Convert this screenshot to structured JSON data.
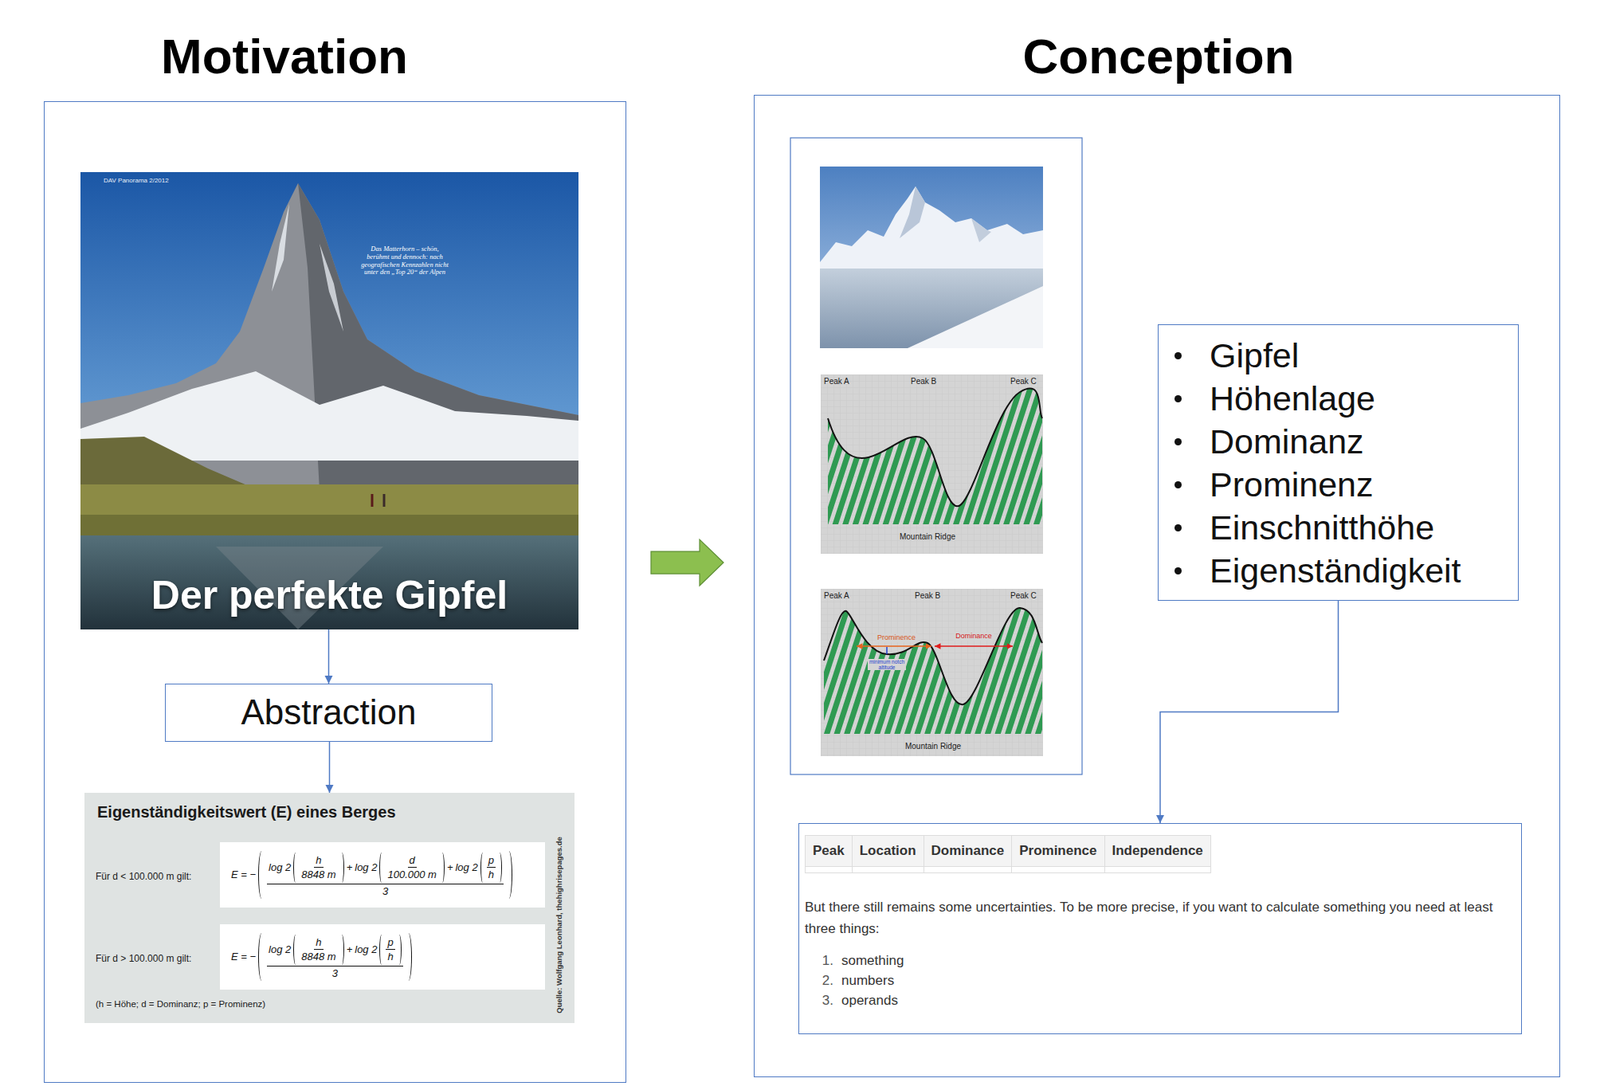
{
  "diagram": {
    "nodes": [
      {
        "text": [
          "Motivation"
        ]
      },
      {
        "text": [
          "DAV Panorama 2/2012",
          "Das Matterhorn – schön, berühmt und dennoch: nach geografischen Kennzahlen nicht unter den „Top 20“ der Alpen",
          "Der perfekte Gipfel"
        ],
        "in": 0
      },
      {
        "text": [
          "Abstraction"
        ],
        "in": 0
      },
      {
        "text": [
          "Eigenständigkeitswert (E) eines Berges",
          "Für d < 100.000 m gilt:",
          "Für d > 100.000 m gilt:",
          "(h = Höhe; d = Dominanz; p = Prominenz)",
          "Quelle: Wolfgang Leonhard, thehighrisepages.de"
        ],
        "in": 0
      },
      {
        "text": [
          "E = −",
          "log 2",
          "h",
          "8848 m",
          "+",
          "log 2",
          "d",
          "100.000 m",
          "+",
          "log 2",
          "p",
          "h",
          "3"
        ],
        "in": 3
      },
      {
        "text": [
          "E = −",
          "log 2",
          "h",
          "8848 m",
          "+",
          "log 2",
          "p",
          "h",
          "3"
        ],
        "in": 3
      },
      {
        "text": [
          "Conception"
        ]
      },
      {
        "text": [
          "Peak A",
          "Peak B",
          "Peak C",
          "Mountain Ridge"
        ],
        "in": 6
      },
      {
        "text": [
          "Peak A",
          "Peak B",
          "Peak C",
          "Prominence",
          "Dominance",
          "minimum notch altitude",
          "Mountain Ridge"
        ],
        "in": 6
      },
      {
        "text": [
          "Gipfel",
          "Höhenlage",
          "Dominanz",
          "Prominenz",
          "Einschnitthöhe",
          "Eigenständigkeit"
        ],
        "in": 6
      },
      {
        "text": [
          "Peak",
          "Location",
          "Dominance",
          "Prominence",
          "Independence",
          "But there still remains some uncertainties. To be more precise, if you want to calculate something you need at least three things:",
          "1.",
          "something",
          "2.",
          "numbers",
          "3.",
          "operands"
        ],
        "in": 6
      }
    ],
    "edges": [
      {
        "from": 1,
        "to": 2,
        "arrow": "to"
      },
      {
        "from": 2,
        "to": 3,
        "arrow": "to"
      },
      {
        "from": 0,
        "to": 6,
        "arrow": "to"
      },
      {
        "from": 9,
        "to": 10,
        "arrow": "to"
      }
    ]
  }
}
